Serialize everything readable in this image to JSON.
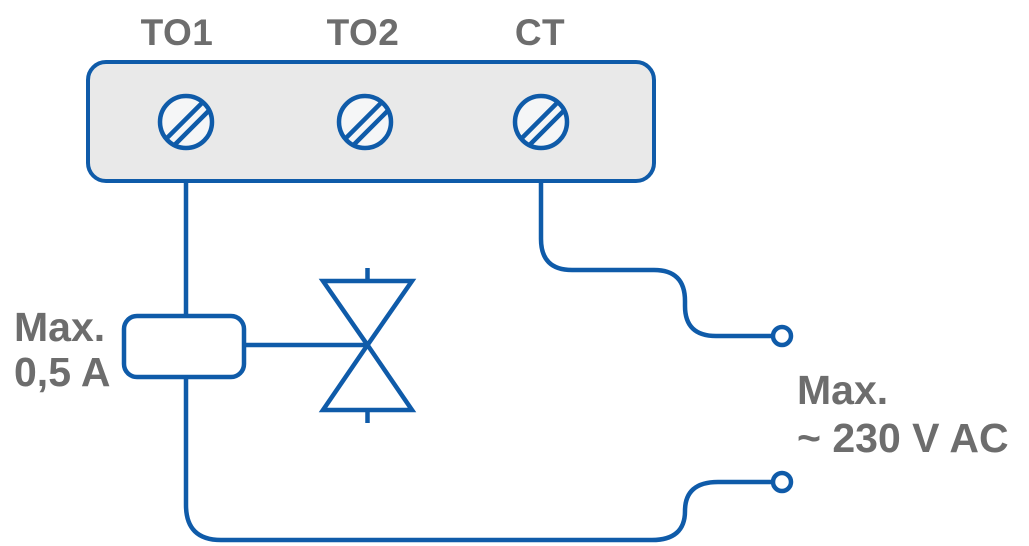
{
  "colors": {
    "wire_blue": "#0f5ba9",
    "label_gray": "#6d6d6d",
    "block_fill": "#e9e9e9",
    "screw_fill": "#f5f6f7",
    "box_fill": "#ffffff",
    "background": "#ffffff"
  },
  "terminals": [
    {
      "label": "TO1"
    },
    {
      "label": "TO2"
    },
    {
      "label": "CT"
    }
  ],
  "relay_note": {
    "line1": "Max.",
    "line2": "0,5 A"
  },
  "supply_note": {
    "line1": "Max.",
    "line2": "~ 230 V AC"
  },
  "icons": {
    "screw_terminal": "slotted-circle",
    "valve": "hourglass-bowtie",
    "wire_end": "open-circle"
  }
}
